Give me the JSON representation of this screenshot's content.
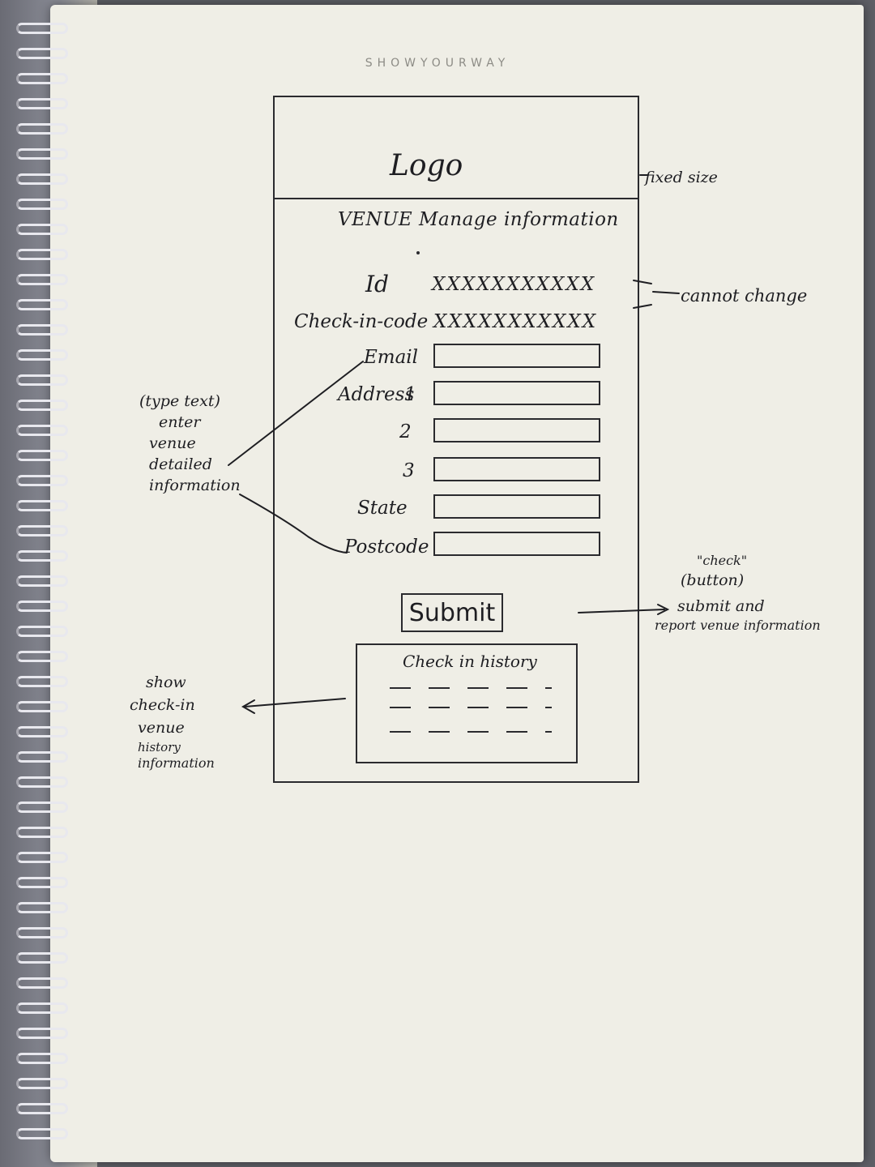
{
  "brand": "SHOWYOURWAY",
  "wireframe": {
    "logo": "Logo",
    "title": "VENUE Manage information",
    "id_label": "Id",
    "id_value": "XXXXXXXXXXX",
    "checkin_code_label": "Check-in-code",
    "checkin_code_value": "XXXXXXXXXXX",
    "email_label": "Email",
    "address_label": "Address",
    "address_1": "1",
    "address_2": "2",
    "address_3": "3",
    "state_label": "State",
    "postcode_label": "Postcode",
    "submit_label": "Submit",
    "history_title": "Check in history"
  },
  "annotations": {
    "fixed_size": "fixed size",
    "cannot_change": "cannot change",
    "type_text": "(type text)",
    "enter": "enter",
    "venue": "venue",
    "detailed": "detailed",
    "information": "information",
    "check_quote": "\"check\"",
    "button": "(button)",
    "submit_report_1": "submit and",
    "submit_report_2": "report venue information",
    "show": "show",
    "check_in": "check-in",
    "venue2": "venue",
    "history": "history",
    "information2": "information"
  }
}
